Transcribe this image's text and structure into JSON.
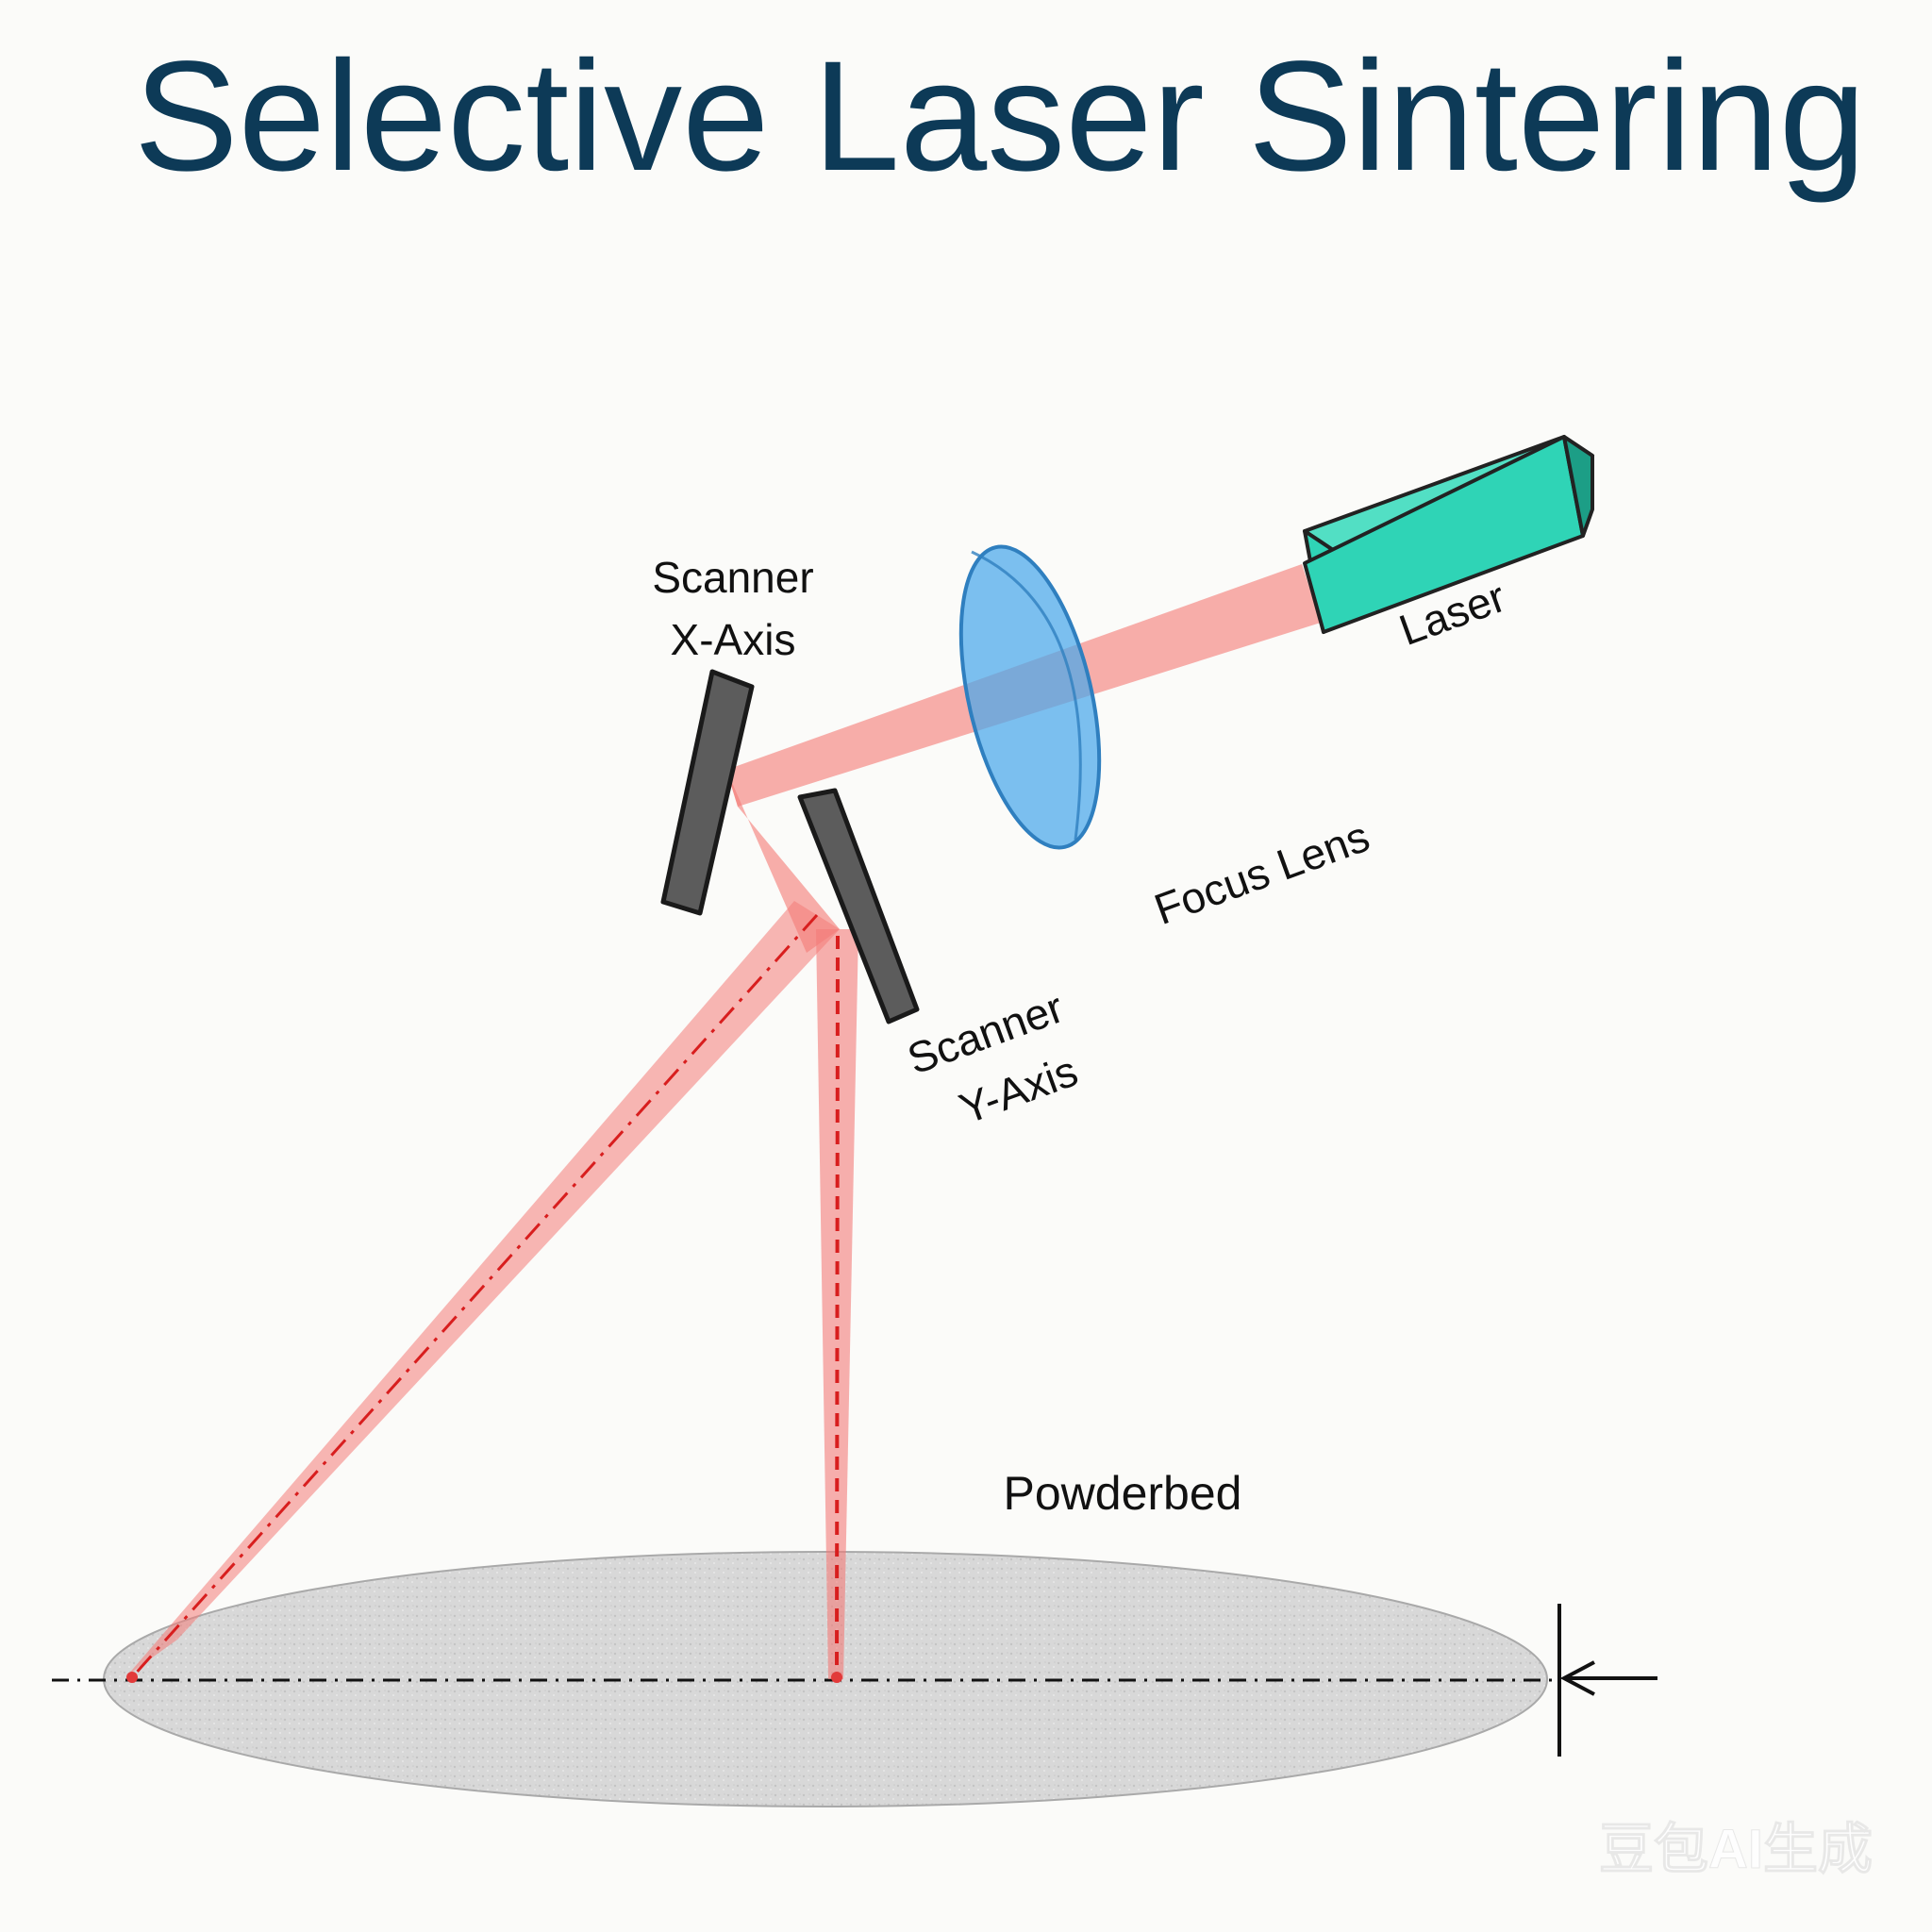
{
  "title": "Selective Laser Sintering",
  "labels": {
    "laser": "Laser",
    "focus_lens": "Focus Lens",
    "scanner_x_line1": "Scanner",
    "scanner_x_line2": "X-Axis",
    "scanner_y_line1": "Scanner",
    "scanner_y_line2": "Y-Axis",
    "powderbed": "Powderbed"
  },
  "watermark": "豆包AI生成",
  "colors": {
    "title": "#0d3a57",
    "beam": "#f47c78",
    "beam_core": "#d81e1e",
    "laser_body": "#2fd4b6",
    "lens": "#4aa8ea",
    "mirror": "#5c5c5c",
    "powderbed": "#d9d9d9"
  }
}
